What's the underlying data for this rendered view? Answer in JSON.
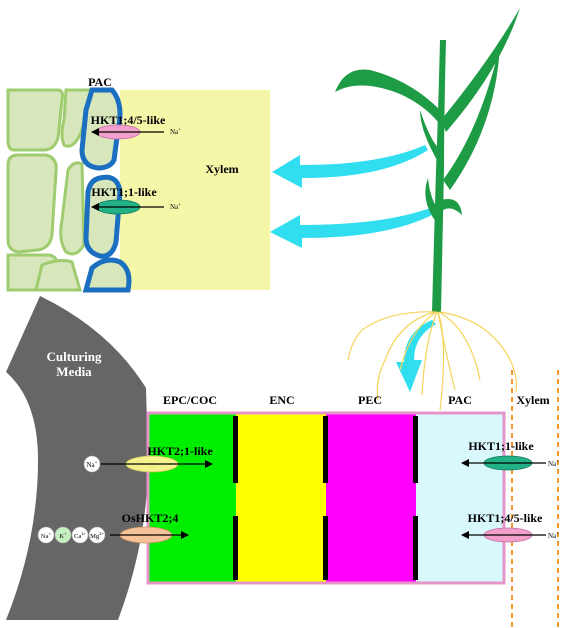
{
  "top_panel": {
    "pac_label": "PAC",
    "xylem_label": "Xylem",
    "transporter_1": "HKT1;4/5-like",
    "transporter_2": "HKT1;1-like",
    "ion_1": "Na",
    "ion_1_charge": "+",
    "ion_2": "Na",
    "ion_2_charge": "+"
  },
  "bottom_panel": {
    "media_label_line1": "Culturing",
    "media_label_line2": "Media",
    "layers": [
      "EPC/COC",
      "ENC",
      "PEC",
      "PAC",
      "Xylem"
    ],
    "left_transporter_1": "HKT2;1-like",
    "left_transporter_2": "OsHKT2;4",
    "right_transporter_1": "HKT1;1-like",
    "right_transporter_2": "HKT1;4/5-like",
    "na_left": "Na",
    "na_charge": "+",
    "cations": [
      "Na",
      "K",
      "Ca",
      "Mg"
    ],
    "cation_charges": [
      "+",
      "+",
      "2+",
      "2+"
    ],
    "na_right_1": "Na",
    "na_right_2": "Na"
  },
  "colors": {
    "cell_green": "#d7e6bb",
    "cell_outline": "#9fcc6e",
    "pac_blue": "#1a6fc0",
    "xylem_fill": "#f5f7a8",
    "arrow_cyan": "#31def0",
    "plant_green": "#1e9b45",
    "epc": "#00ee00",
    "enc": "#ffff00",
    "pec": "#ff00ff",
    "pac": "#d8f8fb",
    "media": "#666666",
    "border_pink": "#e695c8",
    "xylem_dash": "#f5962a",
    "hkt14": "#f29fcc",
    "hkt11": "#22b186",
    "hkt21": "#f5f18c",
    "oshkt24": "#f4c39a"
  }
}
